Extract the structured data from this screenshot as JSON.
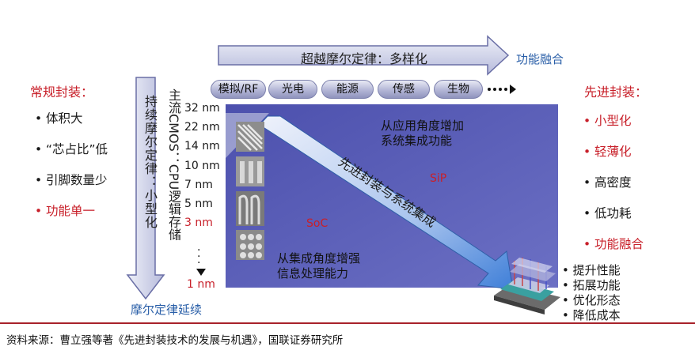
{
  "left": {
    "title": "常规封装：",
    "items": [
      {
        "text": "体积大",
        "highlight": false
      },
      {
        "text": "“芯占比”低",
        "highlight": false
      },
      {
        "text": "引脚数量少",
        "highlight": false
      },
      {
        "text": "功能单一",
        "highlight": true
      }
    ]
  },
  "right": {
    "title": "先进封装：",
    "items": [
      {
        "text": "小型化",
        "highlight": true
      },
      {
        "text": "轻薄化",
        "highlight": true
      },
      {
        "text": "高密度",
        "highlight": false
      },
      {
        "text": "低功耗",
        "highlight": false
      },
      {
        "text": "功能融合",
        "highlight": true
      }
    ]
  },
  "top_arrow": {
    "label": "超越摩尔定律：多样化",
    "end_label": "功能融合"
  },
  "left_arrow": {
    "label": "持续摩尔定律：小型化",
    "end_label": "摩尔定律延续"
  },
  "axis_label": "主流CMOS：CPU逻辑存储",
  "nodes": [
    {
      "text": "32 nm",
      "highlight": false
    },
    {
      "text": "22 nm",
      "highlight": false
    },
    {
      "text": "14 nm",
      "highlight": false
    },
    {
      "text": "10 nm",
      "highlight": false
    },
    {
      "text": "7 nm",
      "highlight": false
    },
    {
      "text": "5 nm",
      "highlight": false
    },
    {
      "text": "3 nm",
      "highlight": true
    }
  ],
  "last_node": "1 nm",
  "pills": [
    "模拟/RF",
    "光电",
    "能源",
    "传感",
    "生物"
  ],
  "center": {
    "sip_desc": [
      "从应用角度增加",
      "系统集成功能"
    ],
    "sip": "SiP",
    "diagonal": "先进封装与系统集成",
    "soc": "SoC",
    "soc_desc": [
      "从集成角度增强",
      "信息处理能力"
    ]
  },
  "benefits": [
    "提升性能",
    "拓展功能",
    "优化形态",
    "降低成本"
  ],
  "source": "资料来源：曹立强等著《先进封装技术的发展与机遇》，国联证券研究所",
  "colors": {
    "accent_red": "#c8202a",
    "accent_blue": "#2a5fa8",
    "panel": "#6468b8"
  }
}
